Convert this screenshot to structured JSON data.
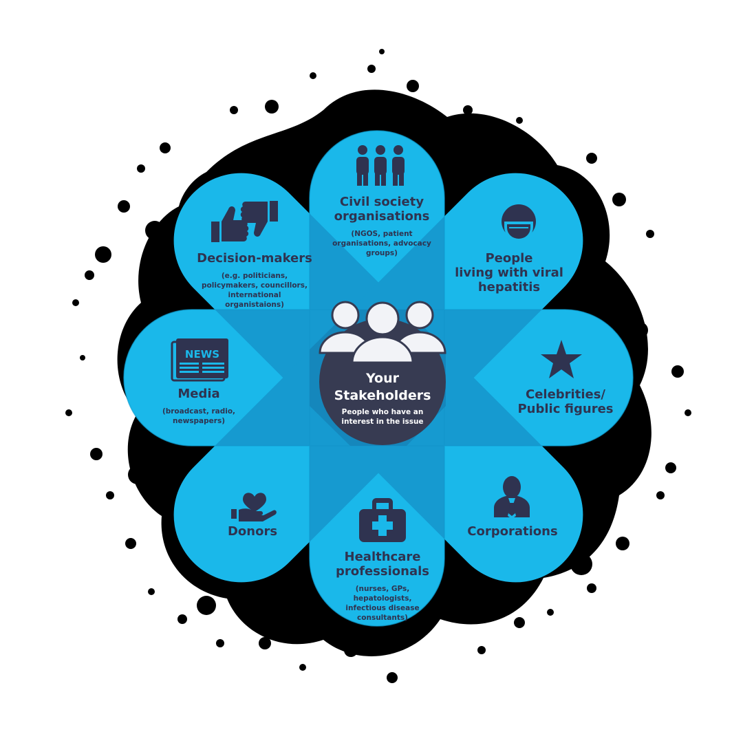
{
  "center": {
    "title_line1": "Your",
    "title_line2": "Stakeholders",
    "subtitle": "People who have an interest in the issue",
    "icon": "group-icon"
  },
  "colors": {
    "petal": "#1ab8ea",
    "overlap": "#1691c7",
    "center_circle": "#373b52",
    "text": "#2f3350",
    "splatter": "#000000"
  },
  "petals": [
    {
      "key": "civil",
      "icon": "three-people-icon",
      "title_lines": [
        "Civil society",
        "organisations"
      ],
      "sub_lines": [
        "(NGOS, patient",
        "organisations, advocacy",
        "groups)"
      ]
    },
    {
      "key": "people",
      "icon": "face-mask-icon",
      "title_lines": [
        "People",
        "living with viral",
        "hepatitis"
      ],
      "sub_lines": []
    },
    {
      "key": "celebrities",
      "icon": "star-icon",
      "title_lines": [
        "Celebrities/",
        "Public figures"
      ],
      "sub_lines": []
    },
    {
      "key": "corporations",
      "icon": "businessperson-icon",
      "title_lines": [
        "Corporations"
      ],
      "sub_lines": []
    },
    {
      "key": "healthcare",
      "icon": "medical-kit-icon",
      "title_lines": [
        "Healthcare",
        "professionals"
      ],
      "sub_lines": [
        "(nurses, GPs,",
        "hepatologists,",
        "infectious disease",
        "consultants)"
      ]
    },
    {
      "key": "donors",
      "icon": "heart-in-hand-icon",
      "title_lines": [
        "Donors"
      ],
      "sub_lines": []
    },
    {
      "key": "media",
      "icon": "newspaper-icon",
      "title_lines": [
        "Media"
      ],
      "sub_lines": [
        "(broadcast, radio,",
        "newspapers)"
      ]
    },
    {
      "key": "decision",
      "icon": "thumbs-up-down-icon",
      "title_lines": [
        "Decision-makers"
      ],
      "sub_lines": [
        "(e.g. politicians,",
        "policymakers, councillors,",
        "international",
        "organistaions)"
      ]
    }
  ],
  "newspaper_text": "NEWS"
}
